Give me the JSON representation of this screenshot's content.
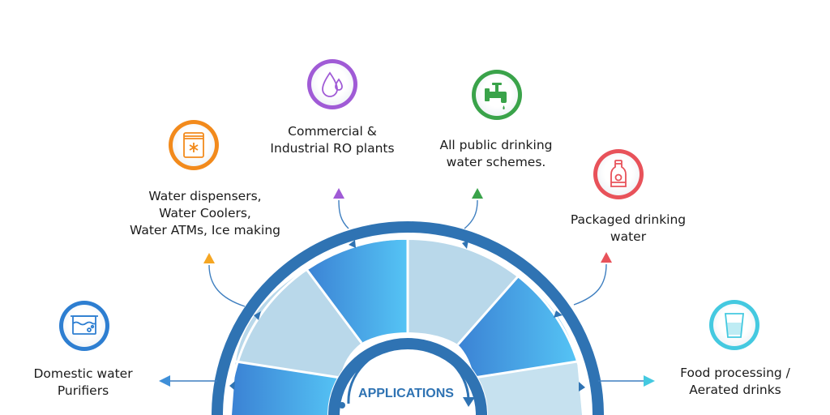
{
  "center": {
    "label": "APPLICATIONS"
  },
  "colors": {
    "ring_dark": "#2f73b3",
    "wedge_light": "#b9d8ea",
    "wedge_blue": "#3d8ad6",
    "wedge_bright": "#4fb8f0",
    "text": "#1b1b1b"
  },
  "applications": [
    {
      "id": "domestic",
      "lines": [
        "Domestic water",
        "Purifiers"
      ],
      "icon": "water-tank-icon",
      "color": "#2d7ed1",
      "arrow": "left"
    },
    {
      "id": "dispensers",
      "lines": [
        "Water dispensers,",
        "Water Coolers,",
        "Water ATMs, Ice making"
      ],
      "icon": "ice-machine-icon",
      "color": "#f28a1c",
      "arrow": "up"
    },
    {
      "id": "commercial",
      "lines": [
        "Commercial &",
        "Industrial RO plants"
      ],
      "icon": "water-drops-icon",
      "color": "#a05bd6",
      "arrow": "up"
    },
    {
      "id": "public",
      "lines": [
        "All public drinking",
        "water schemes."
      ],
      "icon": "water-tap-icon",
      "color": "#3aa34a",
      "arrow": "up"
    },
    {
      "id": "packaged",
      "lines": [
        "Packaged drinking",
        "water"
      ],
      "icon": "water-bottle-icon",
      "color": "#e8525a",
      "arrow": "up"
    },
    {
      "id": "food",
      "lines": [
        "Food processing /",
        "Aerated drinks"
      ],
      "icon": "water-glass-icon",
      "color": "#44c9e0",
      "arrow": "right"
    }
  ]
}
